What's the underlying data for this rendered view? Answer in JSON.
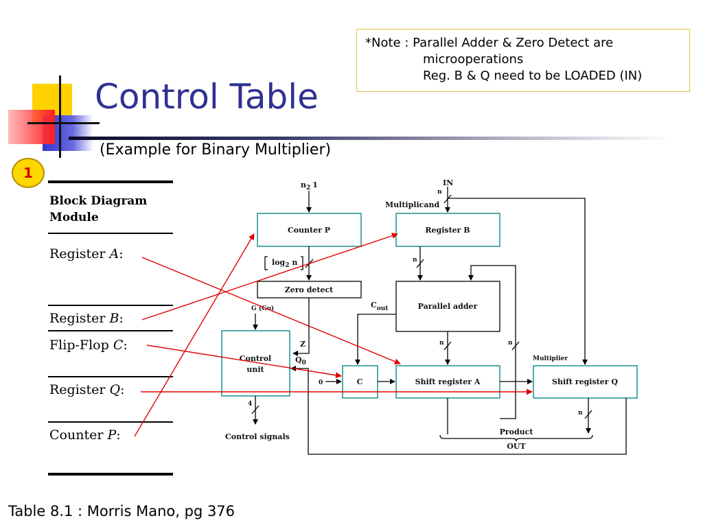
{
  "slide": {
    "title": "Control Table",
    "subtitle": "(Example for Binary Multiplier)",
    "badge": "1",
    "footer": "Table 8.1 : Morris Mano, pg 376"
  },
  "note": {
    "line1": "*Note : Parallel Adder & Zero Detect are",
    "line2": "microoperations",
    "line3": "Reg. B & Q need to be LOADED (IN)"
  },
  "table": {
    "header1": "Block Diagram",
    "header2": "Module",
    "rows": [
      {
        "label": "Register ",
        "var": "A",
        "colon": ":"
      },
      {
        "label": "Register ",
        "var": "B",
        "colon": ":"
      },
      {
        "label": "Flip-Flop ",
        "var": "C",
        "colon": ":"
      },
      {
        "label": "Register ",
        "var": "Q",
        "colon": ":"
      },
      {
        "label": "Counter ",
        "var": "P",
        "colon": ":"
      }
    ]
  },
  "diagram": {
    "top_p": "n",
    "top_p_sub": "2",
    "top_p_val": "1",
    "in_label": "IN",
    "in_n": "n",
    "multiplicand": "Multiplicand",
    "counter_p": "Counter P",
    "register_b": "Register B",
    "log_label": "log",
    "log_sub": "2",
    "log_n": " n",
    "zero_detect": "Zero detect",
    "parallel_adder": "Parallel adder",
    "cout": "C",
    "cout_sub": "out",
    "n_b": "n",
    "n_adder": "n",
    "n_bus": "n",
    "n_q": "n",
    "g_go": "G (Go)",
    "z_label": "Z",
    "q0": "Q",
    "q0_sub": "0",
    "control_unit_1": "Control",
    "control_unit_2": "unit",
    "zero_in": "0",
    "c_box": "C",
    "shift_a": "Shift register A",
    "multiplier": "Multiplier",
    "shift_q": "Shift register Q",
    "four": "4",
    "control_signals": "Control signals",
    "product": "Product",
    "out": "OUT"
  },
  "colors": {
    "title": "#2e3192",
    "box_border": "#1a8f8f",
    "connector": "#e00000",
    "note_border": "#e3c24a",
    "badge": "#ffd700"
  }
}
